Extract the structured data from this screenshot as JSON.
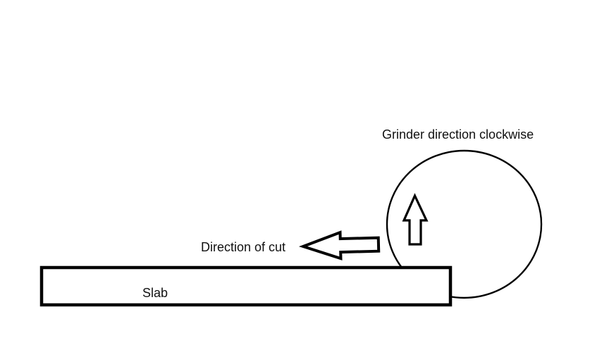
{
  "diagram": {
    "background_color": "#ffffff",
    "stroke_color": "#000000",
    "labels": {
      "grinder_direction": "Grinder direction clockwise",
      "cut_direction": "Direction of cut",
      "slab": "Slab"
    },
    "icons": {
      "grinder_rotation_arrow": "up-block-arrow-icon",
      "cut_direction_arrow": "left-block-arrow-icon"
    }
  }
}
